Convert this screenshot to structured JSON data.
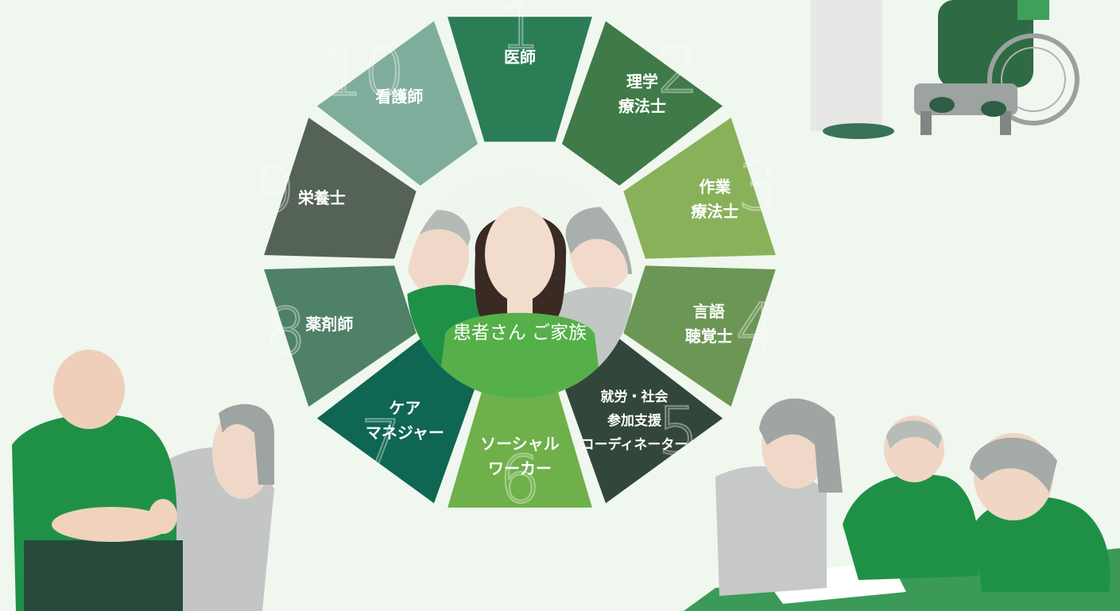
{
  "diagram": {
    "center": {
      "label": "患者さん ご家族"
    },
    "segments": [
      {
        "number": "1",
        "lines": [
          "医師"
        ],
        "color": "#2b7d56"
      },
      {
        "number": "2",
        "lines": [
          "理学",
          "療法士"
        ],
        "color": "#3f7a48"
      },
      {
        "number": "3",
        "lines": [
          "作業",
          "療法士"
        ],
        "color": "#88b15a"
      },
      {
        "number": "4",
        "lines": [
          "言語",
          "聴覚士"
        ],
        "color": "#6c9655"
      },
      {
        "number": "5",
        "lines": [
          "就労・社会",
          "参加支援",
          "コーディネーター"
        ],
        "color": "#33463b"
      },
      {
        "number": "6",
        "lines": [
          "ソーシャル",
          "ワーカー"
        ],
        "color": "#6fb04a"
      },
      {
        "number": "7",
        "lines": [
          "ケア",
          "マネジャー"
        ],
        "color": "#0f6652"
      },
      {
        "number": "8",
        "lines": [
          "薬剤師"
        ],
        "color": "#4f8166"
      },
      {
        "number": "9",
        "lines": [
          "栄養士"
        ],
        "color": "#556357"
      },
      {
        "number": "10",
        "lines": [
          "看護師"
        ],
        "color": "#7fad9b"
      }
    ]
  },
  "colors": {
    "background": "#eff7ef",
    "accent_green": "#1f9147",
    "skin": "#f0d8c8",
    "gray": "#b8bdbb"
  }
}
